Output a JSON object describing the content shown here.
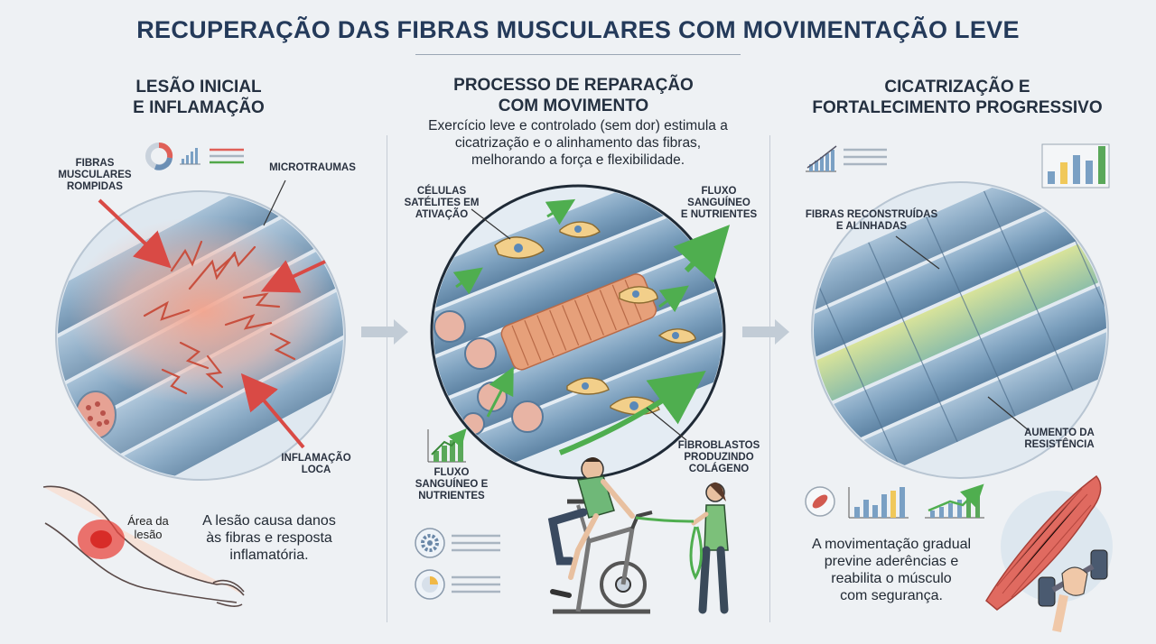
{
  "title": "RECUPERAÇÃO DAS FIBRAS MUSCULARES COM MOVIMENTAÇÃO LEVE",
  "panel1": {
    "heading_line1": "LESÃO INICIAL",
    "heading_line2": "E INFLAMAÇÃO",
    "label_fibras_1": "FIBRAS",
    "label_fibras_2": "MUSCULARES",
    "label_fibras_3": "ROMPIDAS",
    "label_micro": "MICROTRAUMAS",
    "label_infl_1": "INFLAMAÇÃO",
    "label_infl_2": "LOCA",
    "area_1": "Área da",
    "area_2": "lesão",
    "desc_1": "A lesão causa danos",
    "desc_2": "às fibras e resposta",
    "desc_3": "inflamatória."
  },
  "panel2": {
    "heading_line1": "PROCESSO DE REPARAÇÃO",
    "heading_line2": "COM MOVIMENTO",
    "desc_1": "Exercício leve e controlado (sem dor) estimula a",
    "desc_2": "cicatrização e o alinhamento das fibras,",
    "desc_3": "melhorando a força e flexibilidade.",
    "label_celulas_1": "CÉLULAS",
    "label_celulas_2": "SATÉLITES EM",
    "label_celulas_3": "ATIVAÇÃO",
    "label_fluxo_1": "FLUXO",
    "label_fluxo_2": "SANGUÍNEO",
    "label_fluxo_3": "E NUTRIENTES",
    "label_fluxo2_1": "FLUXO",
    "label_fluxo2_2": "SANGUÍNEO E",
    "label_fluxo2_3": "NUTRIENTES",
    "label_fibro_1": "FIBROBLASTOS",
    "label_fibro_2": "PRODUZINDO",
    "label_fibro_3": "COLÁGENO"
  },
  "panel3": {
    "heading_line1": "CICATRIZAÇÃO E",
    "heading_line2": "FORTALECIMENTO PROGRESSIVO",
    "label_recon_1": "FIBRAS RECONSTRUÍDAS",
    "label_recon_2": "E ALINHADAS",
    "label_aum_1": "AUMENTO DA",
    "label_aum_2": "RESISTÊNCIA",
    "desc_1": "A movimentação gradual",
    "desc_2": "previne aderências e",
    "desc_3": "reabilita o músculo",
    "desc_4": "com segurança."
  },
  "colors": {
    "title": "#243a5a",
    "fiber_blue": "#7fa3c0",
    "inflammation_red": "#e05a50",
    "growth_green": "#52a84a",
    "collagen_orange": "#e08a5a"
  },
  "icons": [
    "donut-chart-icon",
    "bar-chart-icon",
    "list-icon",
    "gear-icon",
    "pie-icon",
    "muscle-icon",
    "dumbbell-icon",
    "arrow-right-icon"
  ]
}
